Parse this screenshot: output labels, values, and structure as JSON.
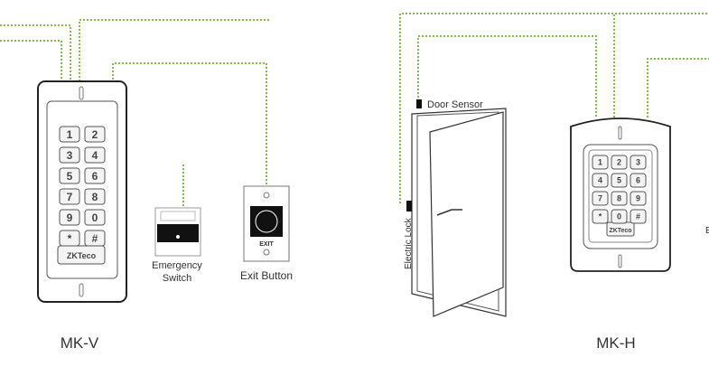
{
  "colors": {
    "wire": "#7cc142",
    "outline": "#333333"
  },
  "left_device": {
    "label": "MK-V",
    "brand": "ZKTeco",
    "keys": [
      "1",
      "2",
      "3",
      "4",
      "5",
      "6",
      "7",
      "8",
      "9",
      "0",
      "*",
      "#"
    ]
  },
  "right_device": {
    "label": "MK-H",
    "brand": "ZKTeco",
    "keys": [
      "1",
      "2",
      "3",
      "4",
      "5",
      "6",
      "7",
      "8",
      "9",
      "*",
      "0",
      "#"
    ]
  },
  "accessories": {
    "emergency_switch": "Emergency",
    "emergency_switch_2": "Switch",
    "exit_button": "Exit Button",
    "exit_text": "EXIT",
    "door_sensor": "Door Sensor",
    "electric_lock": "Electric Lock",
    "cut_label": "E"
  }
}
